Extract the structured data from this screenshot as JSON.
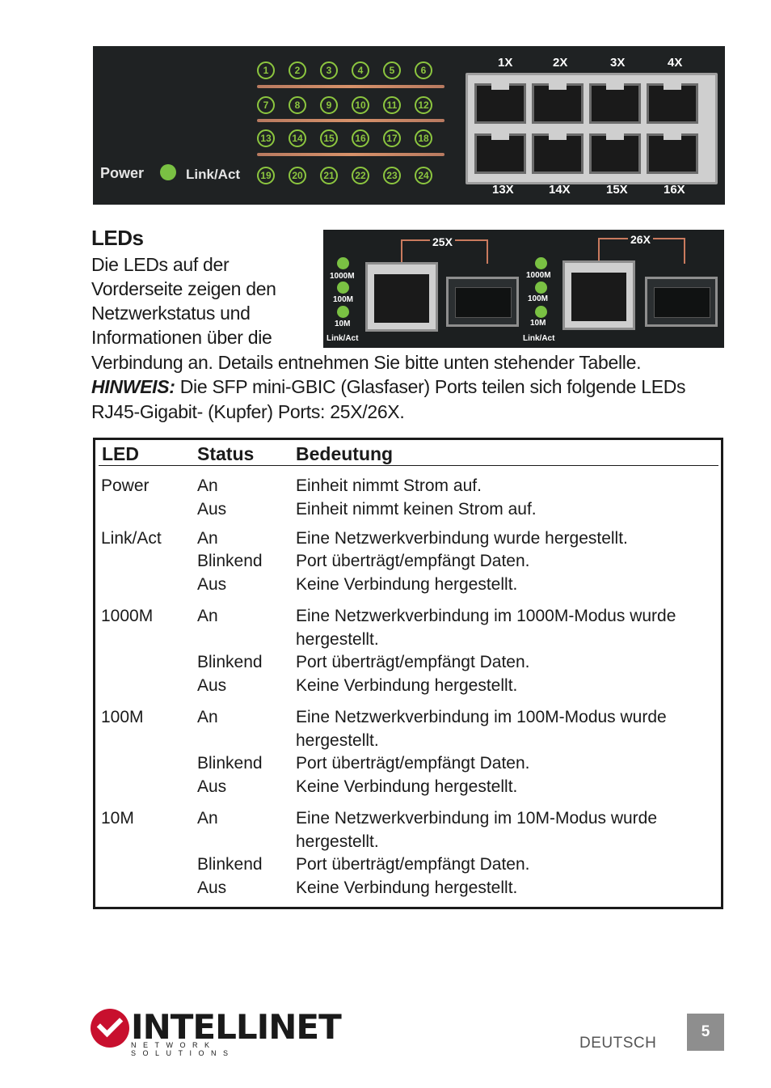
{
  "top_panel": {
    "power_label": "Power",
    "linkact_label": "Link/Act",
    "led_rows": [
      [
        "1",
        "2",
        "3",
        "4",
        "5",
        "6"
      ],
      [
        "7",
        "8",
        "9",
        "10",
        "11",
        "12"
      ],
      [
        "13",
        "14",
        "15",
        "16",
        "17",
        "18"
      ],
      [
        "19",
        "20",
        "21",
        "22",
        "23",
        "24"
      ]
    ],
    "port_labels_top": [
      "1X",
      "2X",
      "3X",
      "4X"
    ],
    "port_labels_bottom": [
      "13X",
      "14X",
      "15X",
      "16X"
    ],
    "led_color": "#8cc63f"
  },
  "heading": "LEDs",
  "intro": {
    "line1": "Die LEDs auf der",
    "line2": "Vorderseite zeigen den",
    "line3": "Netzwerkstatus und",
    "line4": "Informationen über die",
    "line5": "Verbindung an. Details entnehmen Sie bitte unten stehender Tabelle.",
    "hinweis_label": "HINWEIS:",
    "line6_rest": " Die SFP mini-GBIC (Glasfaser) Ports teilen sich folgende LEDs",
    "line7": "RJ45-Gigabit- (Kupfer) Ports: 25X/26X."
  },
  "second_panel": {
    "port_a": "25X",
    "port_b": "26X",
    "led_1000": "1000M",
    "led_100": "100M",
    "led_10": "10M",
    "linkact": "Link/Act"
  },
  "table": {
    "headers": [
      "LED",
      "Status",
      "Bedeutung"
    ],
    "rows": [
      {
        "led": "Power",
        "status": "An",
        "meaning": "Einheit nimmt Strom auf."
      },
      {
        "led": "",
        "status": "Aus",
        "meaning": "Einheit nimmt keinen Strom auf."
      },
      {
        "led": "Link/Act",
        "status": "An",
        "meaning": "Eine Netzwerkverbindung wurde hergestellt."
      },
      {
        "led": "",
        "status": "Blinkend",
        "meaning": "Port überträgt/empfängt Daten."
      },
      {
        "led": "",
        "status": "Aus",
        "meaning": "Keine Verbindung hergestellt."
      },
      {
        "led": "1000M",
        "status": "An",
        "meaning": "Eine Netzwerkverbindung im 1000M-Modus wurde"
      },
      {
        "led": "",
        "status": "",
        "meaning": "hergestellt."
      },
      {
        "led": "",
        "status": "Blinkend",
        "meaning": "Port überträgt/empfängt Daten."
      },
      {
        "led": "",
        "status": "Aus",
        "meaning": "Keine Verbindung hergestellt."
      },
      {
        "led": "100M",
        "status": "An",
        "meaning": "Eine Netzwerkverbindung im 100M-Modus wurde"
      },
      {
        "led": "",
        "status": "",
        "meaning": "hergestellt."
      },
      {
        "led": "",
        "status": "Blinkend",
        "meaning": "Port überträgt/empfängt Daten."
      },
      {
        "led": "",
        "status": "Aus",
        "meaning": "Keine Verbindung hergestellt."
      },
      {
        "led": "10M",
        "status": "An",
        "meaning": "Eine Netzwerkverbindung im 10M-Modus wurde"
      },
      {
        "led": "",
        "status": "",
        "meaning": "hergestellt."
      },
      {
        "led": "",
        "status": "Blinkend",
        "meaning": "Port überträgt/empfängt Daten."
      },
      {
        "led": "",
        "status": "Aus",
        "meaning": "Keine Verbindung hergestellt."
      }
    ]
  },
  "footer": {
    "logo_text": "INTELLINET",
    "logo_sub": "NETWORK SOLUTIONS",
    "language": "DEUTSCH",
    "page_number": "5"
  },
  "colors": {
    "led_green": "#7ac143",
    "logo_red": "#c8102e",
    "page_badge": "#8e8e8e"
  }
}
